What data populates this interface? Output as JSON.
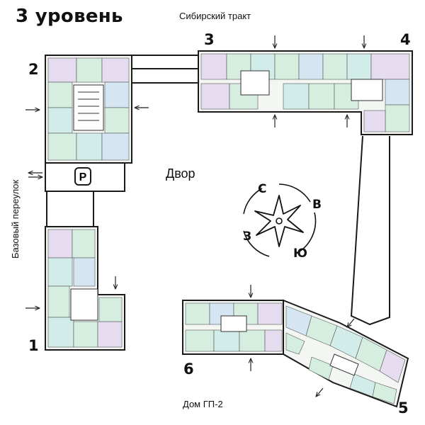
{
  "title": "3 уровень",
  "streets": {
    "top": "Сибирский тракт",
    "left": "Базовый переулок",
    "bottom": "Дом ГП-2"
  },
  "yard_label": "Двор",
  "parking_label": "P",
  "sections": [
    "1",
    "2",
    "3",
    "4",
    "5",
    "6"
  ],
  "compass": {
    "north": "С",
    "east": "В",
    "south": "Ю",
    "west": "З"
  },
  "colors": {
    "wall": "#1a1a1a",
    "apt_green": "#d6eedf",
    "apt_violet": "#e5dcef",
    "apt_blue": "#d5e6f2",
    "apt_teal": "#d2ece9"
  }
}
